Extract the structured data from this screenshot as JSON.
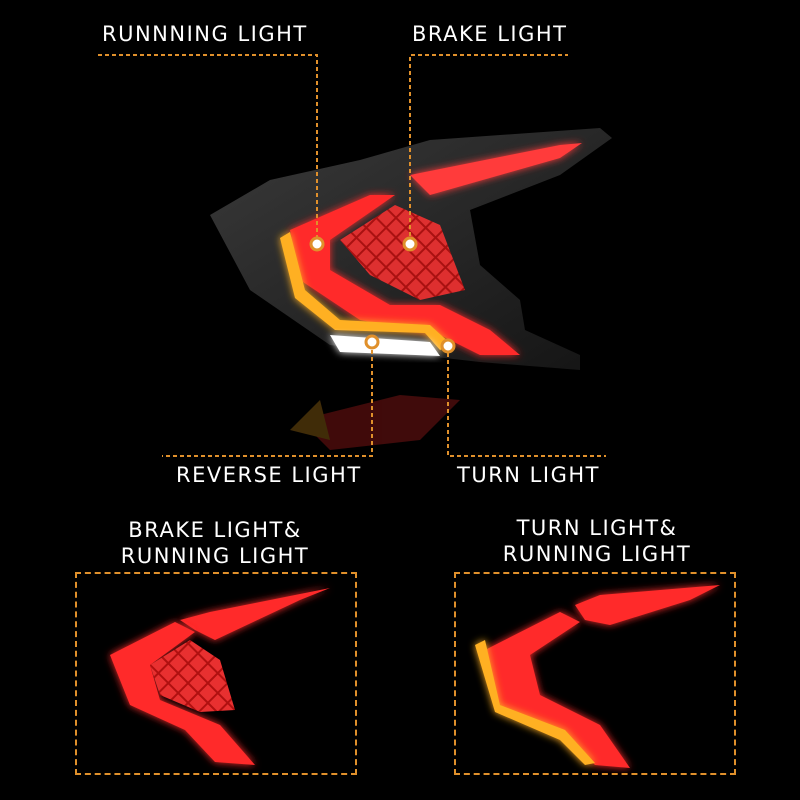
{
  "callouts": {
    "running": "RUNNNING LIGHT",
    "brake": "BRAKE LIGHT",
    "reverse": "REVERSE LIGHT",
    "turn": "TURN LIGHT"
  },
  "panels": {
    "left": {
      "line1": "BRAKE LIGHT&",
      "line2": "RUNNING LIGHT"
    },
    "right": {
      "line1": "TURN LIGHT&",
      "line2": "RUNNING LIGHT"
    }
  },
  "colors": {
    "background": "#000000",
    "callout_line": "#e0902b",
    "lamp_red": "#ff2a2a",
    "lamp_amber": "#ffb020",
    "lamp_white": "#ffffff"
  }
}
